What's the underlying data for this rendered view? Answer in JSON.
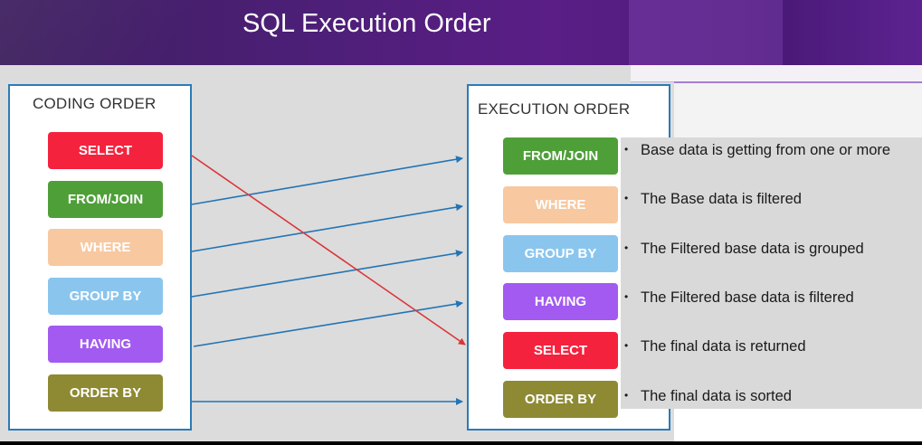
{
  "title": "SQL Execution Order",
  "coding_order": {
    "heading": "CODING ORDER",
    "steps": [
      {
        "label": "SELECT",
        "color": "#f5223e"
      },
      {
        "label": "FROM/JOIN",
        "color": "#4f9f39"
      },
      {
        "label": "WHERE",
        "color": "#f8c8a0"
      },
      {
        "label": "GROUP BY",
        "color": "#8ac5ee"
      },
      {
        "label": "HAVING",
        "color": "#a25af0"
      },
      {
        "label": "ORDER BY",
        "color": "#8e8a33"
      }
    ]
  },
  "execution_order": {
    "heading": "EXECUTION ORDER",
    "steps": [
      {
        "label": "FROM/JOIN",
        "color": "#4f9f39",
        "description": "Base data is getting from one or more"
      },
      {
        "label": "WHERE",
        "color": "#f8c8a0",
        "description": "The Base data is filtered"
      },
      {
        "label": "GROUP BY",
        "color": "#8ac5ee",
        "description": "The Filtered base data is grouped"
      },
      {
        "label": "HAVING",
        "color": "#a25af0",
        "description": "The Filtered base data is filtered"
      },
      {
        "label": "SELECT",
        "color": "#f5223e",
        "description": "The final data is returned"
      },
      {
        "label": "ORDER BY",
        "color": "#8e8a33",
        "description": "The final data is sorted"
      }
    ]
  },
  "bullet_char": "•",
  "arrow_colors": {
    "primary": "#2274b5",
    "select": "#d9363a"
  }
}
